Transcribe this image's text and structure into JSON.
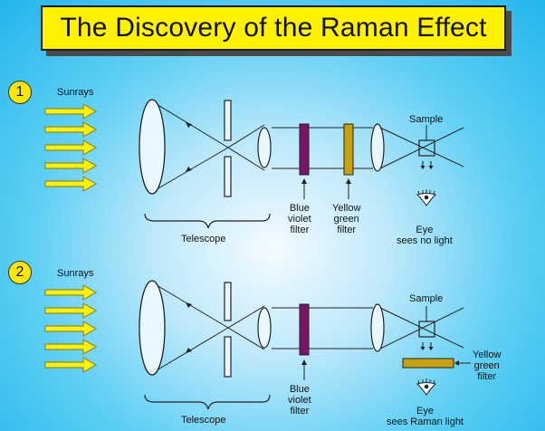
{
  "title": "The Discovery of the Raman Effect",
  "colors": {
    "banner": "#fff200",
    "arrow_fill": "#fff200",
    "arrow_stroke": "#8a8a30",
    "blue_violet_filter": "#7a1466",
    "yellow_green_filter": "#c8a010",
    "background": "#22b6ec"
  },
  "panel1": {
    "number": "1",
    "sunrays": "Sunrays",
    "sample": "Sample",
    "telescope": "Telescope",
    "blue_violet_filter": [
      "Blue",
      "violet",
      "filter"
    ],
    "yellow_green_filter": [
      "Yellow",
      "green",
      "filter"
    ],
    "eye": [
      "Eye",
      "sees no light"
    ]
  },
  "panel2": {
    "number": "2",
    "sunrays": "Sunrays",
    "sample": "Sample",
    "telescope": "Telescope",
    "blue_violet_filter": [
      "Blue",
      "violet",
      "filter"
    ],
    "yellow_green_filter": [
      "Yellow",
      "green",
      "filter"
    ],
    "eye": [
      "Eye",
      "sees Raman light"
    ]
  }
}
